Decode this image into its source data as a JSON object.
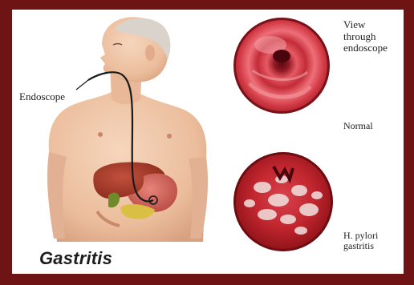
{
  "title": "Gastritis",
  "labels": {
    "endoscope": "Endoscope",
    "view_line1": "View",
    "view_line2": "through",
    "view_line3": "endoscope",
    "normal": "Normal",
    "hpylori_line1": "H. pylori",
    "hpylori_line2": "gastritis"
  },
  "colors": {
    "frame": "#6e1414",
    "skin": "#eec4a6",
    "endoscope_tube": "#1a1a1a",
    "normal_view": "#c8303c",
    "inflamed_view": "#b81e2a"
  }
}
